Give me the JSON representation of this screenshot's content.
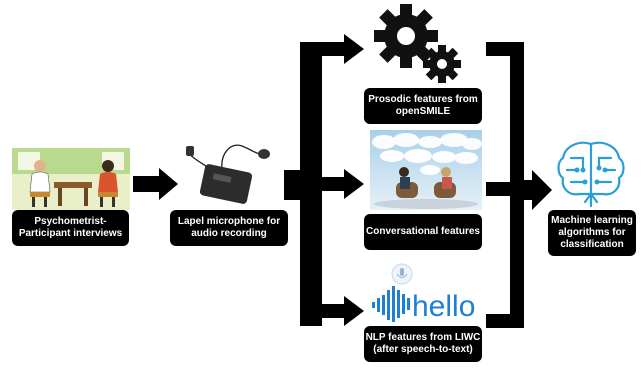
{
  "nodes": {
    "interviews": {
      "line1": "Psychometrist-",
      "line2": "Participant interviews"
    },
    "microphone": {
      "line1": "Lapel microphone for",
      "line2": "audio recording"
    },
    "prosodic": {
      "line1": "Prosodic features from",
      "line2": "openSMILE"
    },
    "conversational": {
      "line1": "Conversational features"
    },
    "nlp": {
      "line1": "NLP features from LIWC",
      "line2": "(after speech-to-text)"
    },
    "ml": {
      "line1": "Machine learning",
      "line2": "algorithms for",
      "line3": "classification"
    }
  },
  "images": {
    "hello_text": "hello"
  },
  "colors": {
    "arrow": "#000000",
    "label_bg": "#000000",
    "label_text": "#ffffff",
    "brain": "#2a9fd6",
    "wave": "#1f7fd1"
  }
}
